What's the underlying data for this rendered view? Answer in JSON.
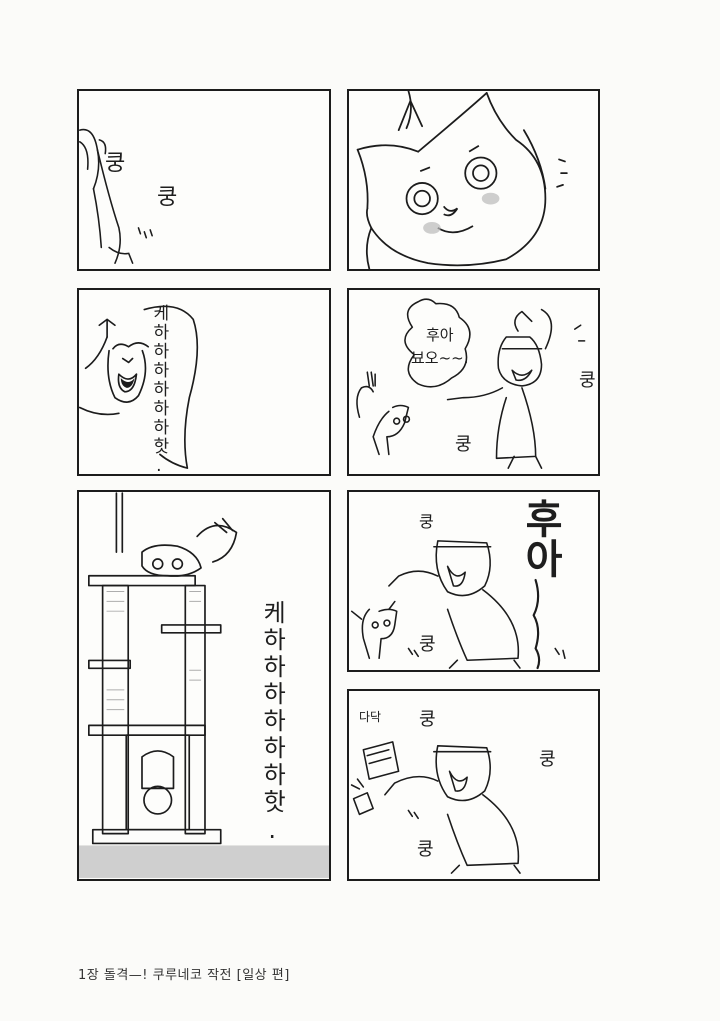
{
  "page": {
    "caption": "1장  돌격—! 쿠루네코 작전 [일상 편]"
  },
  "panels": {
    "p1": {
      "sfx": [
        "쿵",
        "쿵"
      ]
    },
    "p2": {},
    "p3": {
      "speech": "케하하하하하하핫."
    },
    "p4": {
      "speech": "후아\n뵤오~~.",
      "sfx": [
        "쿵",
        "쿵"
      ]
    },
    "p5": {
      "speech": "케하하하하하하핫."
    },
    "p6": {
      "shout": "후아",
      "sfx": [
        "쿵",
        "쿵"
      ]
    },
    "p7": {
      "sfx": [
        "다닥",
        "쿵",
        "쿵",
        "쿵"
      ]
    }
  },
  "colors": {
    "ink": "#1c1c1c",
    "paper": "#fdfdfb",
    "floor_tone": "#cfcfcf",
    "blush": "#b9b9b9"
  }
}
